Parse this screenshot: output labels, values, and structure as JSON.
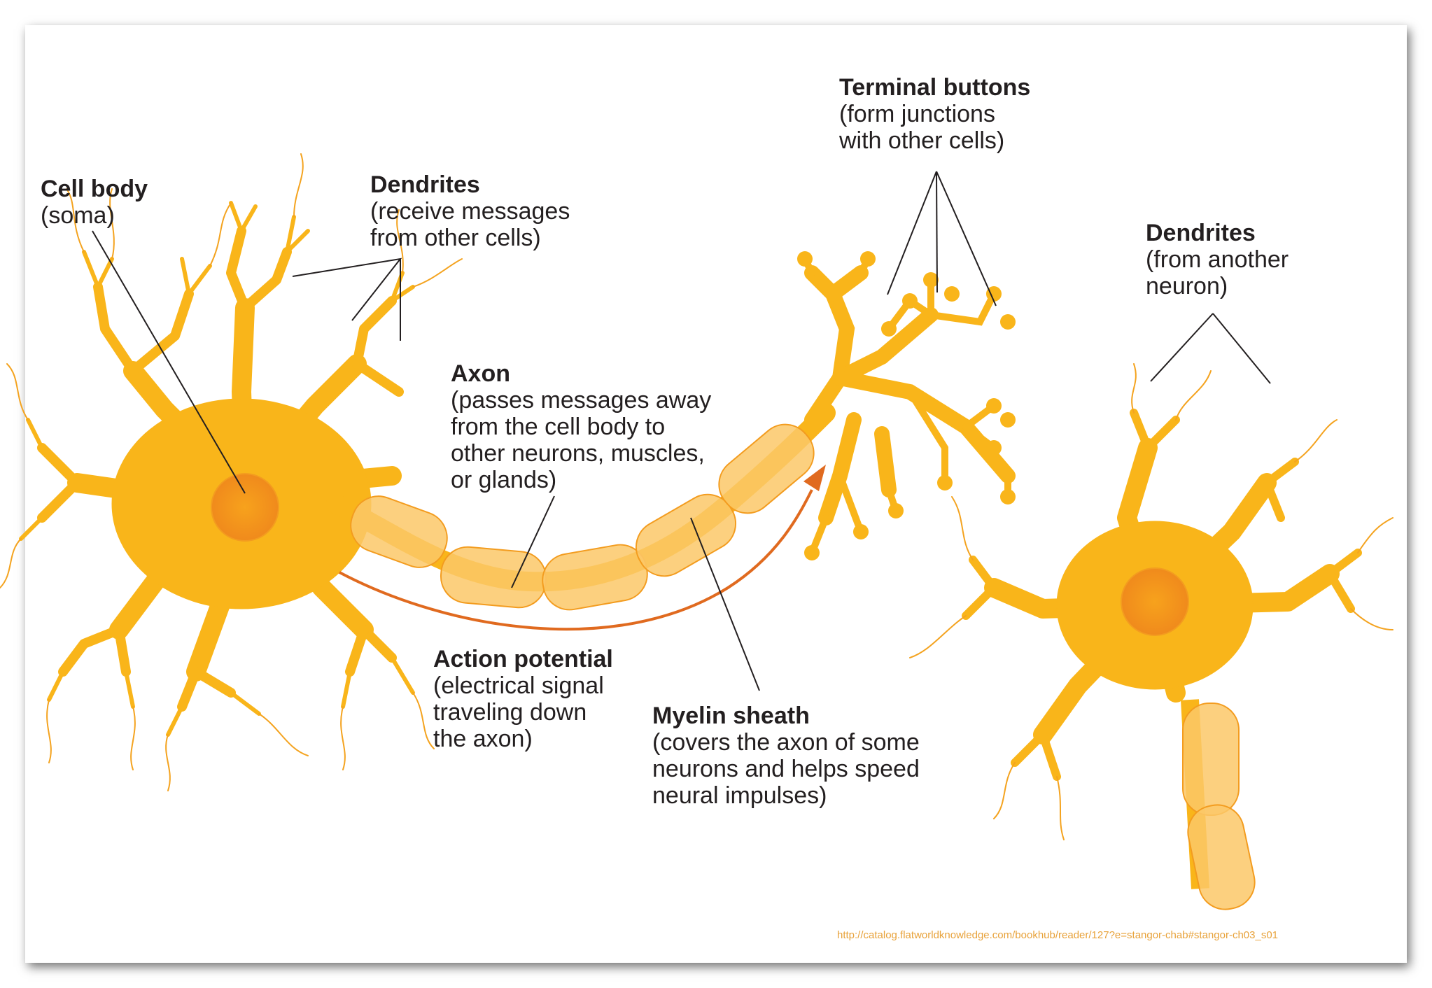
{
  "labels": {
    "cell_body": {
      "title": "Cell body",
      "lines": [
        "(soma)"
      ]
    },
    "dendrites": {
      "title": "Dendrites",
      "lines": [
        "(receive messages",
        "from other cells)"
      ]
    },
    "axon": {
      "title": "Axon",
      "lines": [
        "(passes messages away",
        "from the cell body to",
        "other neurons, muscles,",
        "or glands)"
      ]
    },
    "terminal_buttons": {
      "title": "Terminal buttons",
      "lines": [
        "(form junctions",
        "with other cells)"
      ]
    },
    "dendrites_other": {
      "title": "Dendrites",
      "lines": [
        "(from another",
        "neuron)"
      ]
    },
    "action_potential": {
      "title": "Action potential",
      "lines": [
        "(electrical signal",
        "traveling down",
        "the axon)"
      ]
    },
    "myelin_sheath": {
      "title": "Myelin sheath",
      "lines": [
        "(covers the axon of some",
        "neurons and helps speed",
        "neural impulses)"
      ]
    }
  },
  "source_url": "http://catalog.flatworldknowledge.com/bookhub/reader/127?e=stangor-chab#stangor-ch03_s01",
  "colors": {
    "neuron": "#f9b51a",
    "soma_core": "#f58c1f",
    "myelin": "#fbc868",
    "arrow": "#e06a1f",
    "leader": "#231f20"
  }
}
